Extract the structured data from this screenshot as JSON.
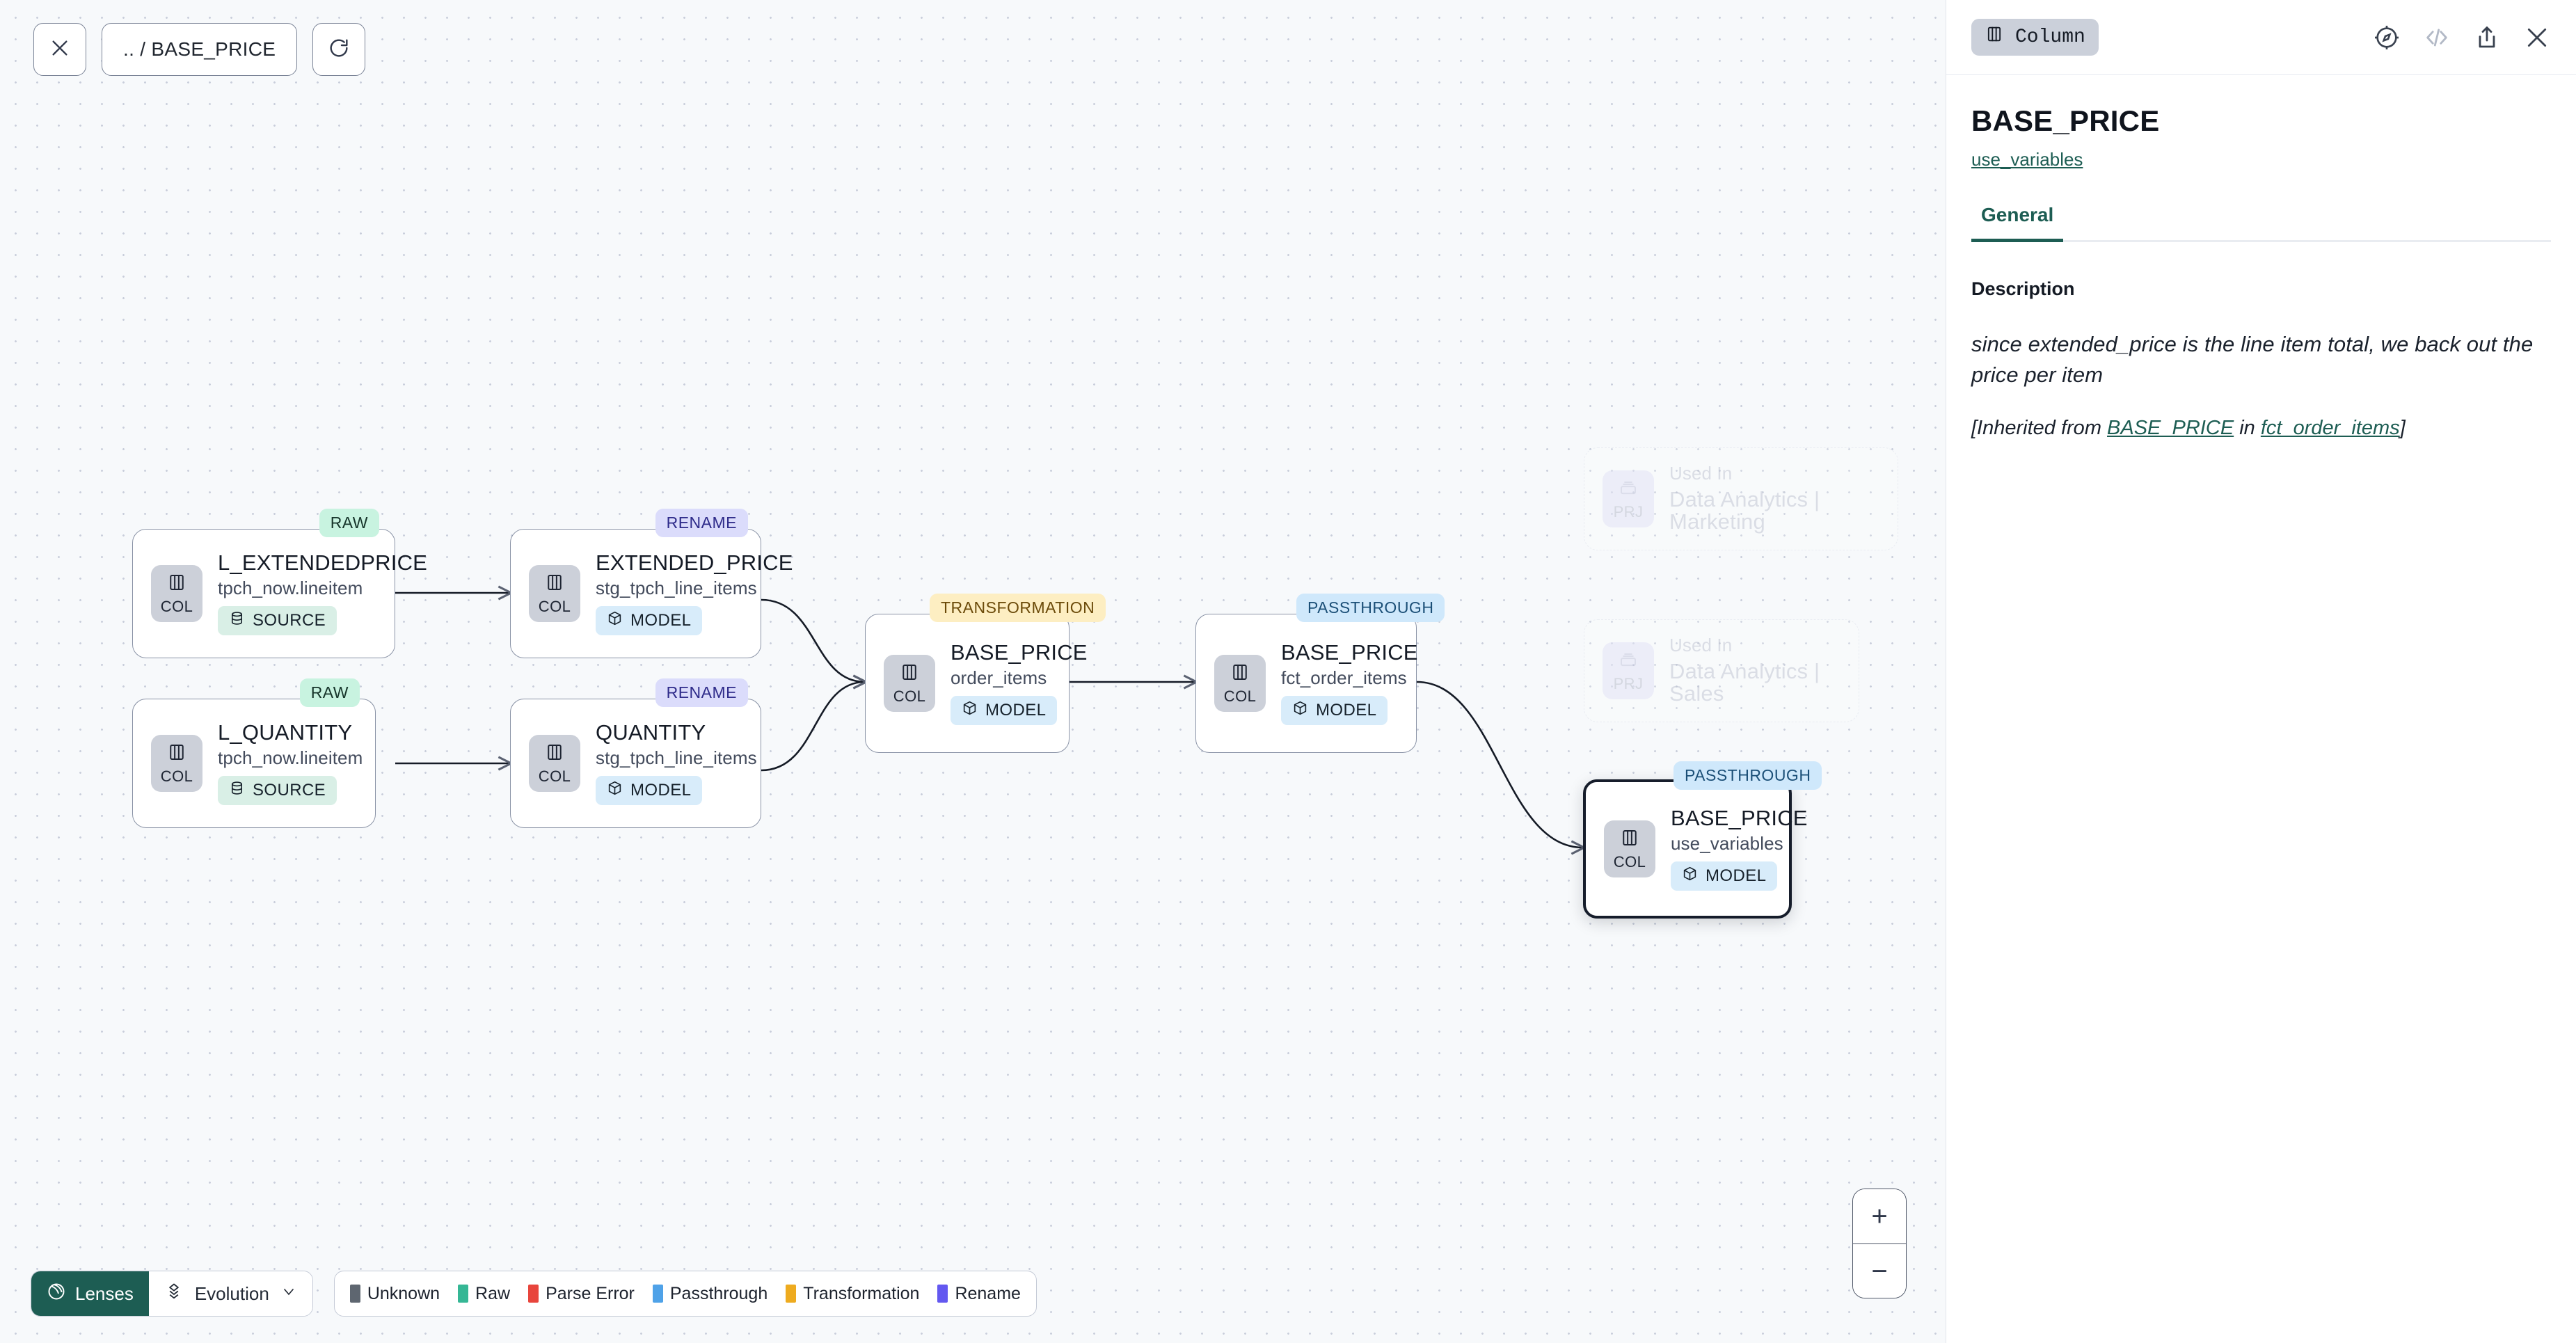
{
  "toolbar": {
    "close_icon": "close-icon",
    "breadcrumb": ".. / BASE_PRICE",
    "refresh_icon": "refresh-icon"
  },
  "graph": {
    "nodes": [
      {
        "id": "l_extendedprice",
        "badge": "RAW",
        "badge_kind": "raw",
        "chip": "COL",
        "title": "L_EXTENDEDPRICE",
        "subtitle": "tpch_now.lineitem",
        "tag": "SOURCE",
        "tag_kind": "source",
        "selected": false
      },
      {
        "id": "l_quantity",
        "badge": "RAW",
        "badge_kind": "raw",
        "chip": "COL",
        "title": "L_QUANTITY",
        "subtitle": "tpch_now.lineitem",
        "tag": "SOURCE",
        "tag_kind": "source",
        "selected": false
      },
      {
        "id": "extended_price",
        "badge": "RENAME",
        "badge_kind": "rename",
        "chip": "COL",
        "title": "EXTENDED_PRICE",
        "subtitle": "stg_tpch_line_items",
        "tag": "MODEL",
        "tag_kind": "model",
        "selected": false
      },
      {
        "id": "quantity",
        "badge": "RENAME",
        "badge_kind": "rename",
        "chip": "COL",
        "title": "QUANTITY",
        "subtitle": "stg_tpch_line_items",
        "tag": "MODEL",
        "tag_kind": "model",
        "selected": false
      },
      {
        "id": "order_items",
        "badge": "TRANSFORMATION",
        "badge_kind": "transformation",
        "chip": "COL",
        "title": "BASE_PRICE",
        "subtitle": "order_items",
        "tag": "MODEL",
        "tag_kind": "model",
        "selected": false
      },
      {
        "id": "fct_order_items",
        "badge": "PASSTHROUGH",
        "badge_kind": "passthrough",
        "chip": "COL",
        "title": "BASE_PRICE",
        "subtitle": "fct_order_items",
        "tag": "MODEL",
        "tag_kind": "model",
        "selected": false
      },
      {
        "id": "use_variables",
        "badge": "PASSTHROUGH",
        "badge_kind": "passthrough",
        "chip": "COL",
        "title": "BASE_PRICE",
        "subtitle": "use_variables",
        "tag": "MODEL",
        "tag_kind": "model",
        "selected": true
      }
    ],
    "ghost_nodes": [
      {
        "id": "used_in_marketing",
        "chip": "PRJ",
        "title": "Used In",
        "subtitle": "Data Analytics | Marketing"
      },
      {
        "id": "used_in_sales",
        "chip": "PRJ",
        "title": "Used In",
        "subtitle": "Data Analytics | Sales"
      }
    ]
  },
  "bottom_bar": {
    "lenses_label": "Lenses",
    "lenses_icon": "lens-icon",
    "evolution_label": "Evolution",
    "evolution_icon": "evolution-icon",
    "chevron_icon": "chevron-down-icon",
    "legend": [
      {
        "label": "Unknown",
        "color": "#5e6670"
      },
      {
        "label": "Raw",
        "color": "#35b795"
      },
      {
        "label": "Parse Error",
        "color": "#e8453c"
      },
      {
        "label": "Passthrough",
        "color": "#4fa2e8"
      },
      {
        "label": "Transformation",
        "color": "#eeab1f"
      },
      {
        "label": "Rename",
        "color": "#6358f0"
      }
    ]
  },
  "zoom_controls": {
    "zoom_in": "+",
    "zoom_out": "−"
  },
  "panel": {
    "kind_badge": "Column",
    "kind_icon": "column-icon",
    "icons": [
      {
        "name": "compass-icon"
      },
      {
        "name": "code-icon"
      },
      {
        "name": "share-icon"
      },
      {
        "name": "close-icon"
      }
    ],
    "title": "BASE_PRICE",
    "model_link": "use_variables",
    "tabs": [
      {
        "label": "General",
        "active": true
      }
    ],
    "description_label": "Description",
    "description_text": "since extended_price is the line item total, we back out the price per item",
    "inherited_prefix": "[Inherited from ",
    "inherited_link_1": "BASE_PRICE",
    "inherited_middle": " in ",
    "inherited_link_2": "fct_order_items",
    "inherited_suffix": "]"
  }
}
